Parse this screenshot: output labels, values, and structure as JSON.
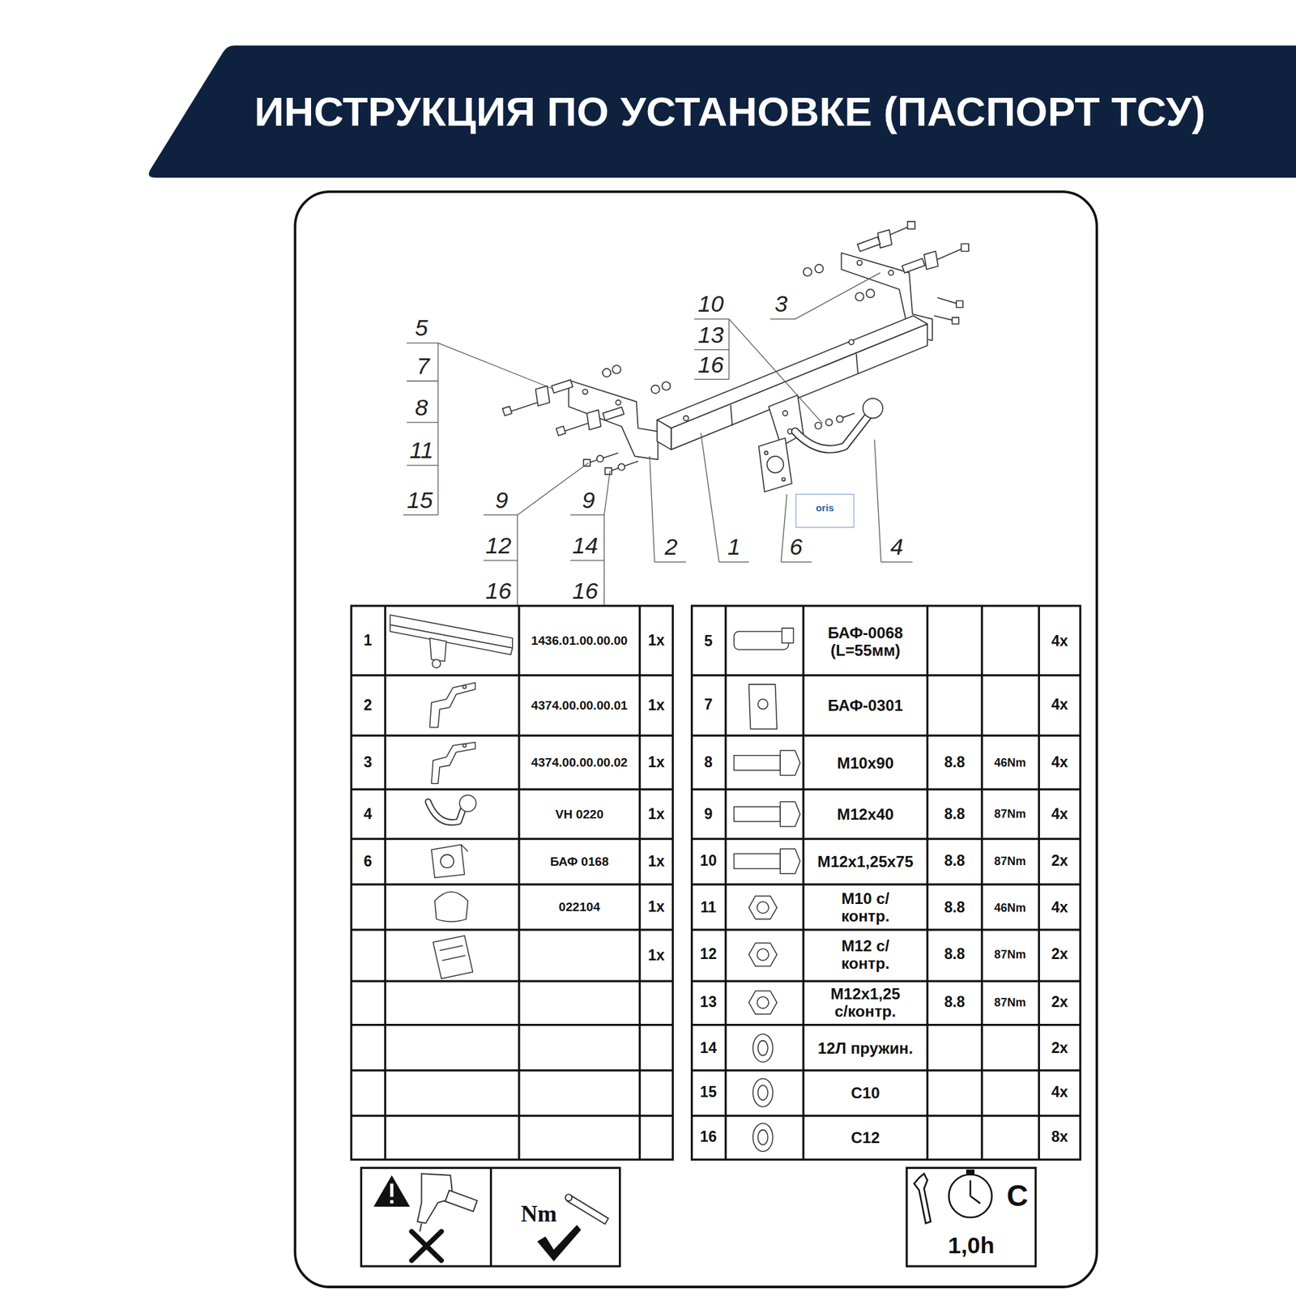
{
  "diagram": {
    "title": "ИНСТРУКЦИЯ ПО УСТАНОВКЕ (ПАСПОРТ ТСУ)",
    "nodes": [
      {
        "text": [
          "oris"
        ]
      }
    ],
    "labels": [
      "5",
      "7",
      "8",
      "11",
      "15",
      "10",
      "13",
      "16",
      "3",
      "9",
      "12",
      "16",
      "9",
      "14",
      "16",
      "2",
      "1",
      "6",
      "4",
      "1",
      "1436.01.00.00.00",
      "1x",
      "2",
      "4374.00.00.00.01",
      "1x",
      "3",
      "4374.00.00.00.02",
      "1x",
      "4",
      "VH 0220",
      "1x",
      "6",
      "БАФ 0168",
      "1x",
      "022104",
      "1x",
      "1x",
      "5",
      "БАФ-0068 (L=55мм)",
      "4x",
      "7",
      "БАФ-0301",
      "4x",
      "8",
      "M10x90",
      "8.8",
      "46Nm",
      "4x",
      "9",
      "M12x40",
      "8.8",
      "87Nm",
      "4x",
      "10",
      "M12x1,25x75",
      "8.8",
      "87Nm",
      "2x",
      "11",
      "M10 с/контр.",
      "8.8",
      "46Nm",
      "4x",
      "12",
      "M12 с/контр.",
      "8.8",
      "87Nm",
      "2x",
      "13",
      "M12x1,25 с/контр.",
      "8.8",
      "87Nm",
      "2x",
      "14",
      "12Л пружин.",
      "2x",
      "15",
      "С10",
      "4x",
      "16",
      "С12",
      "8x",
      "Nm",
      "C",
      "1,0h"
    ]
  }
}
